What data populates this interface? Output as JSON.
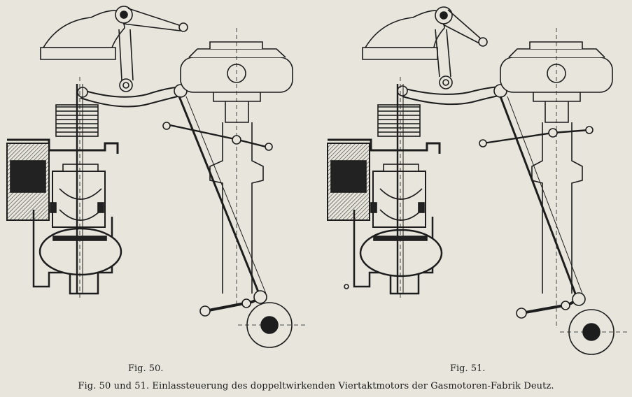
{
  "figures": [
    {
      "label": "Fig. 50."
    },
    {
      "label": "Fig. 51."
    }
  ],
  "caption": "Fig. 50 und 51.  Einlassteuerung des doppeltwirkenden Viertaktmotors der Gasmotoren-Fabrik Deutz."
}
